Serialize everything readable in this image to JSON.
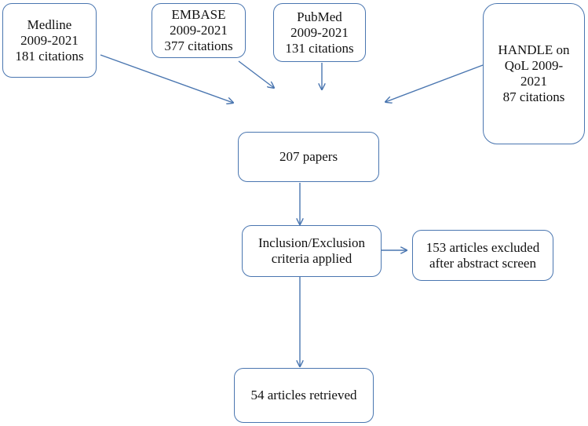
{
  "sources": {
    "medline": [
      "Medline",
      "2009-2021",
      "181 citations"
    ],
    "embase": [
      "EMBASE",
      "2009-2021",
      "377 citations"
    ],
    "pubmed": [
      "PubMed",
      "2009-2021",
      "131 citations"
    ],
    "handle": [
      "HANDLE on",
      "QoL 2009-",
      "2021",
      "87 citations"
    ]
  },
  "papers": [
    "207 papers"
  ],
  "criteria": [
    "Inclusion/Exclusion",
    "criteria applied"
  ],
  "excluded": [
    "153 articles excluded",
    "after abstract screen"
  ],
  "retrieved": [
    "54 articles retrieved"
  ],
  "colors": {
    "stroke": "#4a76b0",
    "text": "#111111"
  }
}
